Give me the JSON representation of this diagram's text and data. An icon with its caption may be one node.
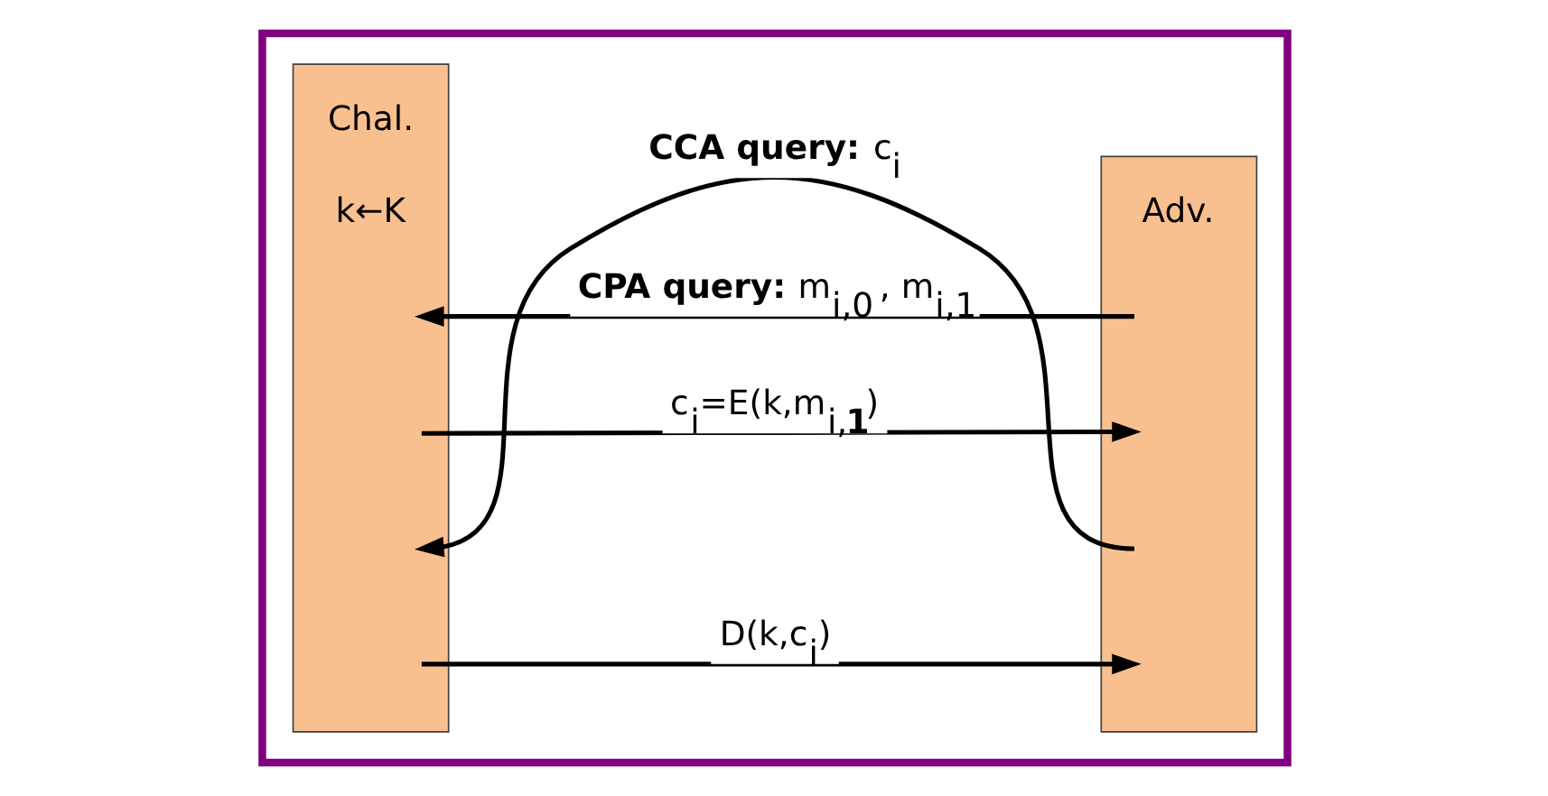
{
  "diagram": {
    "nodes": [
      {
        "text": [],
        "shape": "box"
      },
      {
        "text": [
          "Chal.",
          "k←K"
        ],
        "in": 0
      },
      {
        "text": [
          "Adv."
        ],
        "in": 0
      }
    ],
    "edges": [
      {
        "from": 2,
        "to": 1,
        "arrow": "to",
        "label": "**CPA query:** m$_{i,0}$ , m$_{i,1}$"
      },
      {
        "from": 1,
        "to": 2,
        "arrow": "to",
        "label": "c$_{i}$=E(k,m$_{i,}$**$_{1}$**)"
      },
      {
        "from": 2,
        "to": 1,
        "arrow": "to",
        "label": "**CCA query:** c$_{i}$"
      },
      {
        "from": 1,
        "to": 2,
        "arrow": "to",
        "label": "D(k,c$_{i}$)"
      }
    ]
  }
}
